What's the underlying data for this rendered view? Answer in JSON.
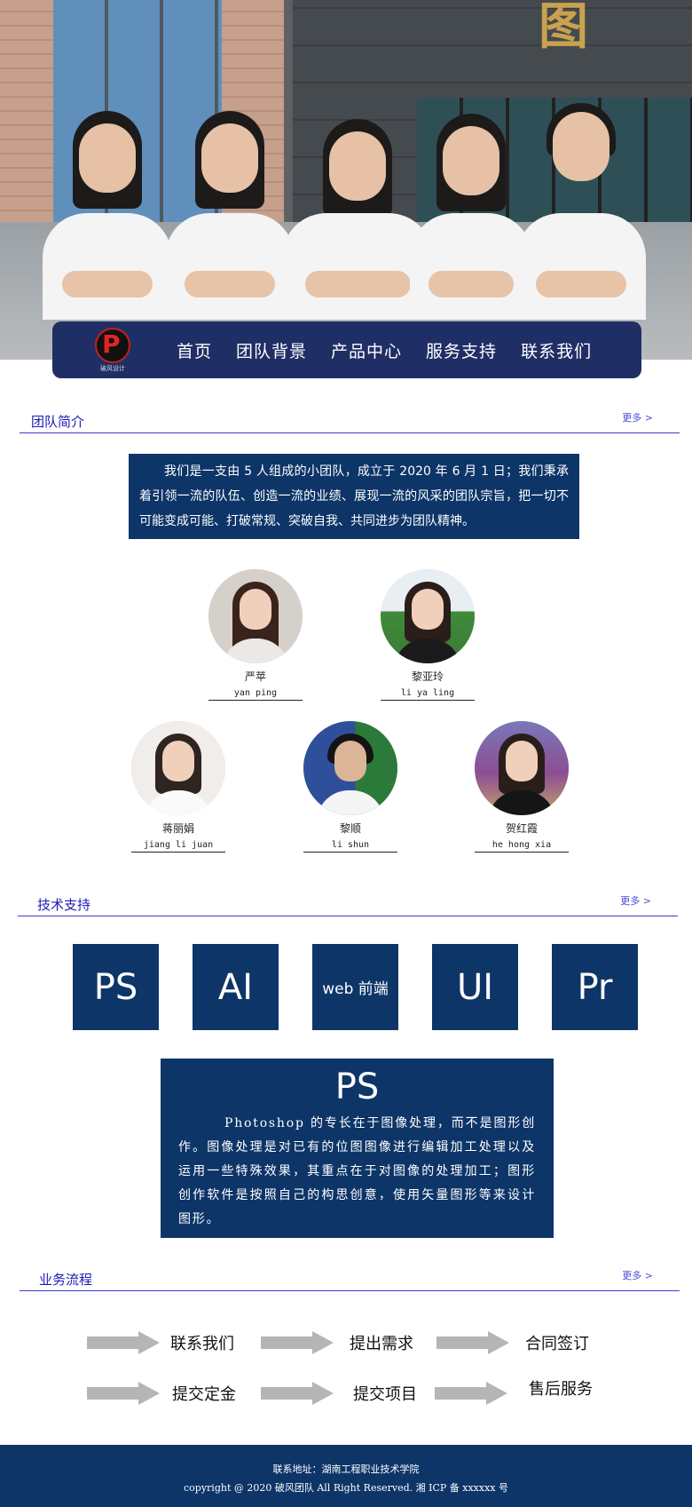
{
  "nav": {
    "logo_text": "破风设计",
    "items": [
      "首页",
      "团队背景",
      "产品中心",
      "服务支持",
      "联系我们"
    ]
  },
  "hero": {
    "sign_char": "图"
  },
  "sections": {
    "team": {
      "title": "团队简介",
      "more": "更多 >"
    },
    "tech": {
      "title": "技术支持",
      "more": "更多 >"
    },
    "flow": {
      "title": "业务流程",
      "more": "更多 >"
    }
  },
  "intro": {
    "text": "我们是一支由 5 人组成的小团队，成立于 2020 年 6 月 1 日；我们秉承着引领一流的队伍、创造一流的业绩、展现一流的风采的团队宗旨，把一切不可能变成可能、打破常规、突破自我、共同进步为团队精神。"
  },
  "members": [
    {
      "name": "严苹",
      "pinyin": "yan ping"
    },
    {
      "name": "黎亚玲",
      "pinyin": "li ya ling"
    },
    {
      "name": "蒋丽娟",
      "pinyin": "jiang li juan"
    },
    {
      "name": "黎顺",
      "pinyin": "li shun"
    },
    {
      "name": "贺红霞",
      "pinyin": "he hong xia"
    }
  ],
  "tech": {
    "boxes": [
      "PS",
      "AI",
      "web 前端",
      "UI",
      "Pr"
    ],
    "desc_title": "PS",
    "desc_text": "Photoshop 的专长在于图像处理，而不是图形创作。图像处理是对已有的位图图像进行编辑加工处理以及运用一些特殊效果，其重点在于对图像的处理加工；图形创作软件是按照自己的构思创意，使用矢量图形等来设计图形。"
  },
  "flow": {
    "row1": [
      "联系我们",
      "提出需求",
      "合同签订"
    ],
    "row2": [
      "提交定金",
      "提交项目",
      "售后服务"
    ]
  },
  "footer": {
    "address": "联系地址：湖南工程职业技术学院",
    "copyright": "copyright @ 2020 破风团队 All Right Reserved. 湘 ICP 备 xxxxxx 号"
  },
  "colors": {
    "primary": "#0d3568",
    "nav": "#1f2f66",
    "accent": "#1b1bb5",
    "arrow": "#b5b5b5"
  }
}
